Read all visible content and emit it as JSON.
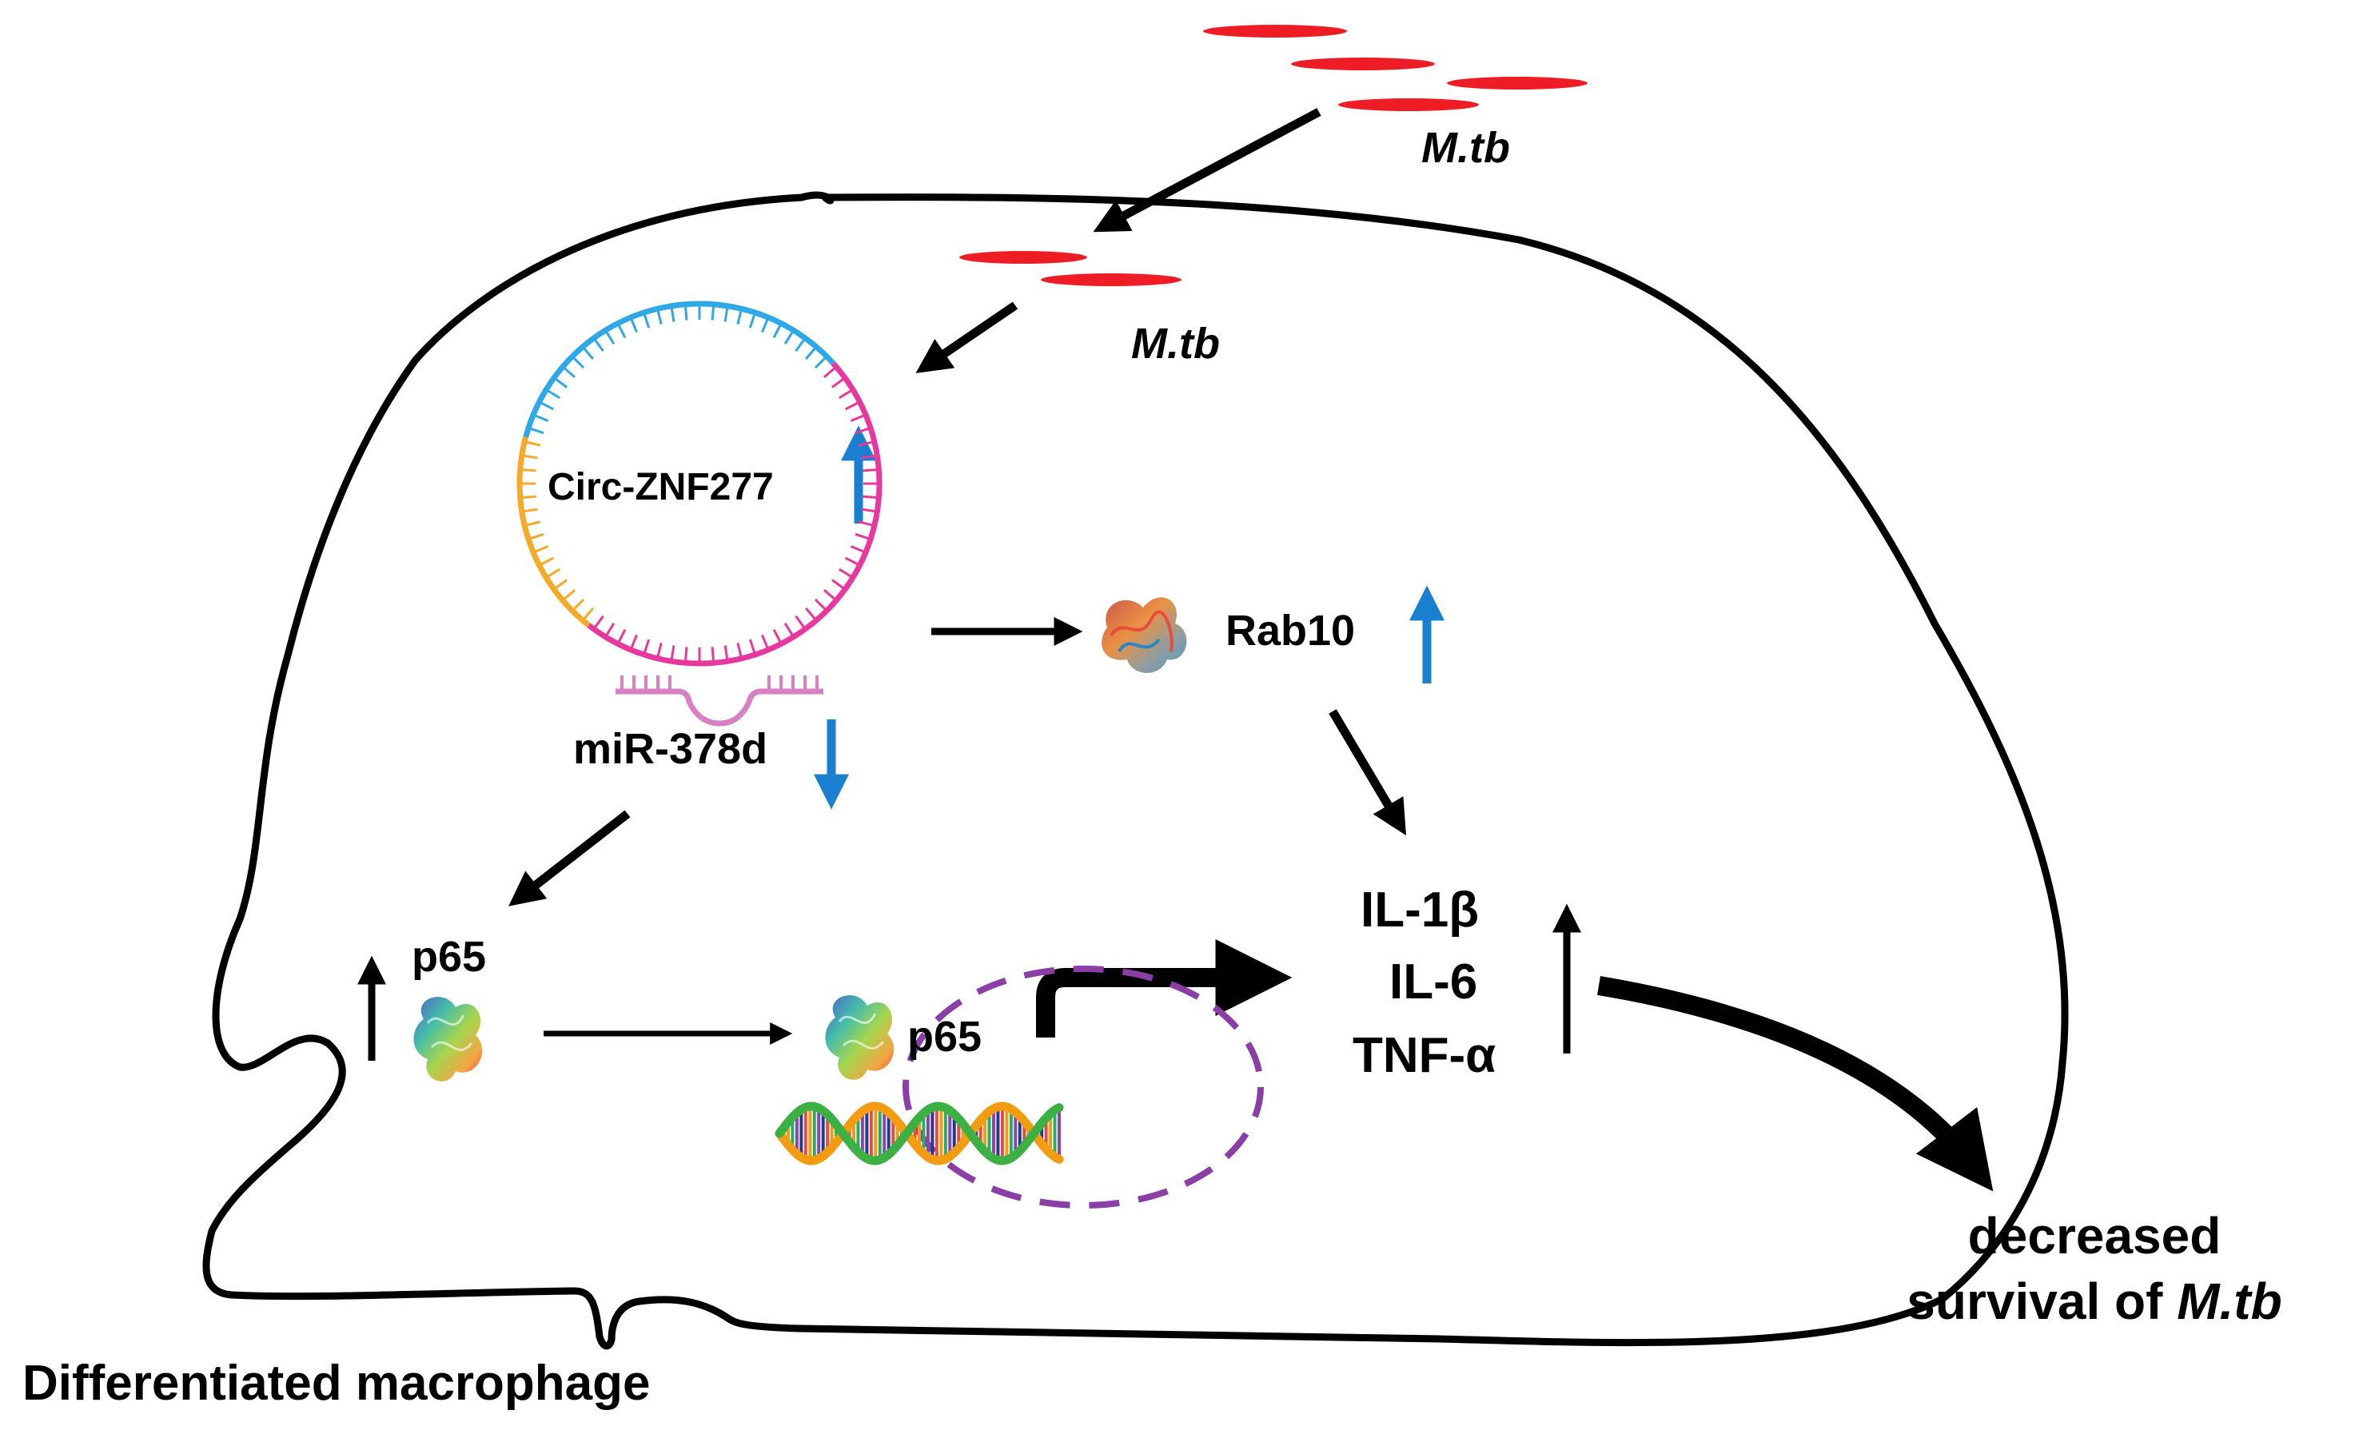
{
  "labels": {
    "mtb_outside": "M.tb",
    "mtb_inside": "M.tb",
    "circ": "Circ-ZNF277",
    "mirna": "miR-378d",
    "rab10": "Rab10",
    "p65_cyto": "p65",
    "p65_nuc": "p65",
    "il1b": "IL-1β",
    "il6": "IL-6",
    "tnfa": "TNF-α",
    "outcome_line1": "decreased",
    "outcome_line2_prefix": "survival of ",
    "outcome_line2_italic": "M.tb",
    "cell": "Differentiated macrophage"
  },
  "colors": {
    "bacteria": "#ee1c24",
    "up_down_arrow": "#1a7fcf",
    "circ_blue": "#2fa8e8",
    "circ_orange": "#f7a928",
    "circ_magenta": "#e8389e",
    "mirna": "#d97fc4",
    "nucleus_dash": "#8b3ea6",
    "outline": "#000000"
  },
  "icons": [
    "bacterium-icon",
    "protein-structure-icon",
    "dna-helix-icon",
    "up-arrow-icon",
    "down-arrow-icon"
  ]
}
